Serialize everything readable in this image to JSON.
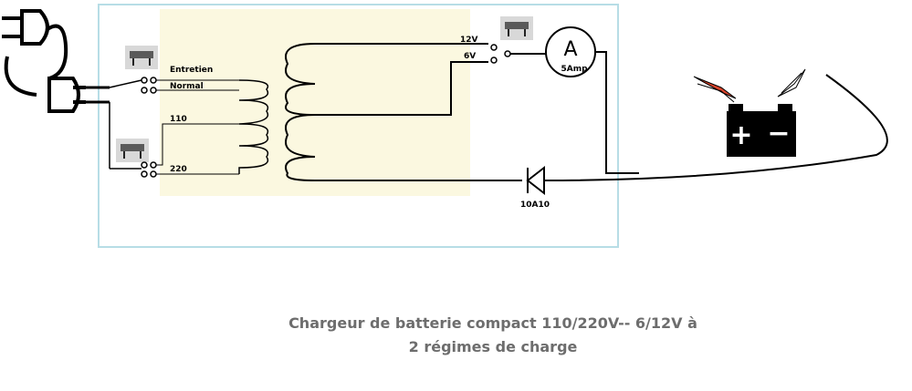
{
  "labels": {
    "entretien": "Entretien",
    "normal": "Normal",
    "v110": "110",
    "v220": "220",
    "v12": "12V",
    "v6": "6V",
    "ammeter_symbol": "A",
    "ammeter_rating": "5Amp",
    "diode": "10A10",
    "battery_plus": "+",
    "battery_minus": "−"
  },
  "caption": {
    "line1": "Chargeur de batterie compact 110/220V-- 6/12V à",
    "line2": "2 régimes de charge"
  },
  "colors": {
    "frame": "#b7dde6",
    "transformer_area": "#fbf8e0",
    "wire": "#000000",
    "clamp_red": "#d9442b",
    "caption": "#6d6d6d"
  }
}
